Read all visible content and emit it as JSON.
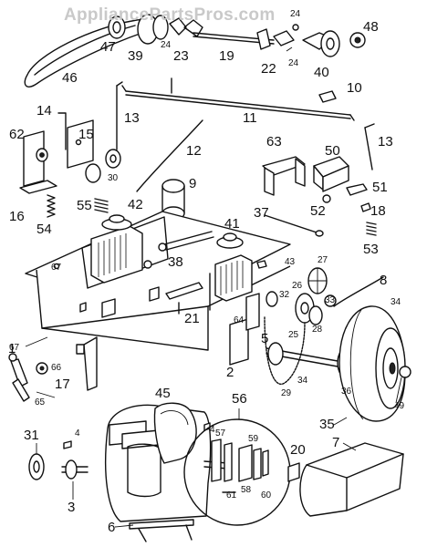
{
  "watermark": "AppliancePartsPros.com",
  "callouts": [
    "1",
    "2",
    "3",
    "4",
    "4",
    "5",
    "6",
    "7",
    "8",
    "9",
    "10",
    "11",
    "12",
    "13",
    "13",
    "14",
    "15",
    "16",
    "17",
    "18",
    "19",
    "20",
    "21",
    "22",
    "23",
    "24",
    "24",
    "24",
    "25",
    "26",
    "27",
    "28",
    "29",
    "30",
    "31",
    "32",
    "33",
    "34",
    "34",
    "35",
    "36",
    "37",
    "38",
    "39",
    "40",
    "41",
    "42",
    "43",
    "45",
    "46",
    "47",
    "48",
    "49",
    "50",
    "51",
    "52",
    "53",
    "54",
    "55",
    "56",
    "57",
    "58",
    "59",
    "60",
    "61",
    "62",
    "63",
    "64",
    "65",
    "66",
    "67",
    "67"
  ]
}
